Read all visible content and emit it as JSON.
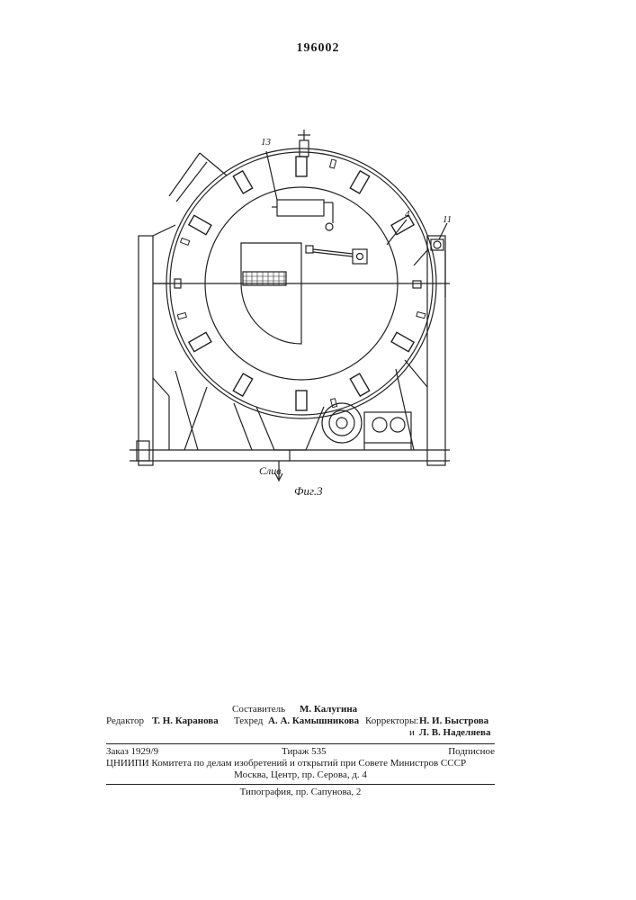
{
  "header": {
    "patent_number": "196002"
  },
  "figure": {
    "labels": {
      "l13": "13",
      "l4": "4",
      "l11": "11"
    },
    "drain_label": "Слив",
    "caption": "Фиг.3"
  },
  "colophon": {
    "compiler_label": "Составитель",
    "compiler_name": "М. Калугина",
    "editor_label": "Редактор",
    "editor_name": "Т. Н. Каранова",
    "techred_label": "Техред",
    "techred_name": "А. А. Камышникова",
    "correctors_label": "Корректоры:",
    "corrector1": "Н. И. Быстрова",
    "and": "и",
    "corrector2": "Л. В. Наделяева",
    "order": "Заказ 1929/9",
    "circulation": "Тираж 535",
    "subscription": "Подписное",
    "org_line1": "ЦНИИПИ Комитета по делам изобретений и открытий при Совете Министров СССР",
    "org_line2": "Москва, Центр, пр. Серова, д. 4",
    "printing": "Типография, пр. Сапунова, 2"
  }
}
